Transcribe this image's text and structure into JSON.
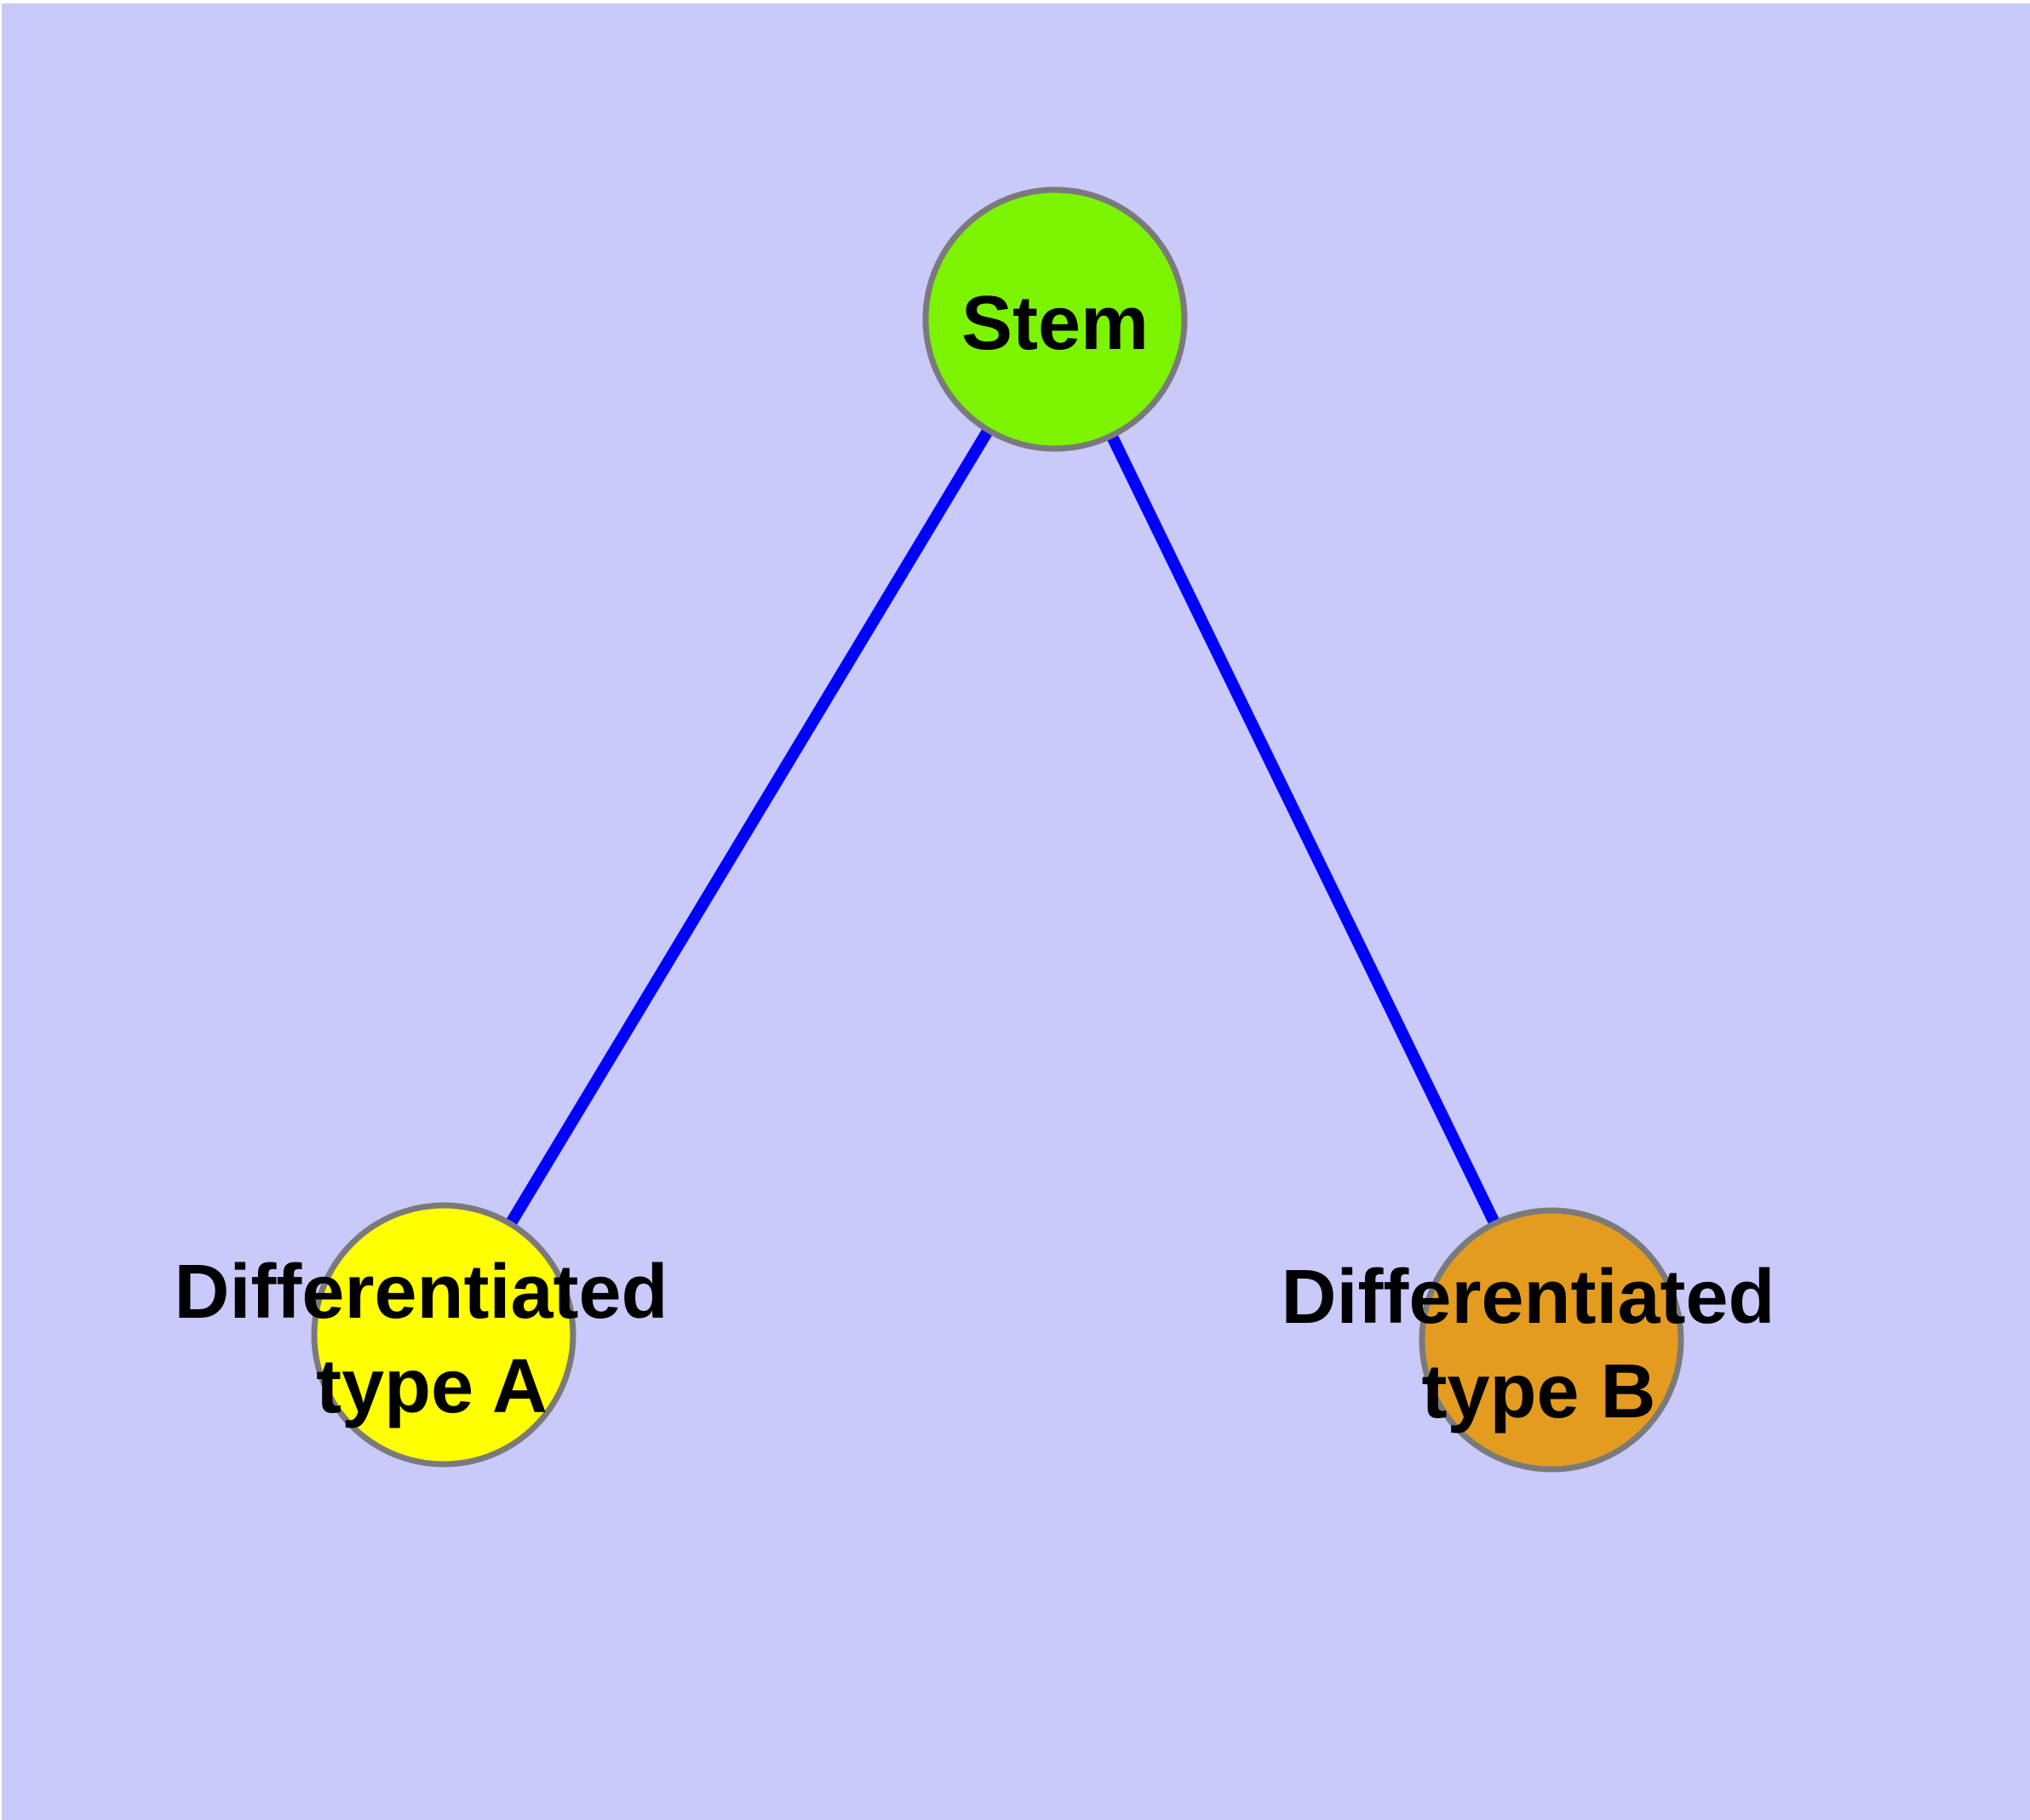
{
  "diagram": {
    "kind": "cell-differentiation-graph",
    "background_color": "#C9C9FA",
    "edge_color": "#0000FF",
    "node_border_color": "#7A7A7A",
    "label_color": "#000000",
    "nodes": {
      "stem": {
        "label": "Stem",
        "fill": "#7CF400"
      },
      "typeA": {
        "label_line1": "Differentiated",
        "label_line2": "type A",
        "fill": "#FFFF00"
      },
      "typeB": {
        "label_line1": "Differentiated",
        "label_line2": "type B",
        "fill": "#E49C20"
      }
    },
    "edges": [
      {
        "from": "Stem",
        "to": "Differentiated type A"
      },
      {
        "from": "Stem",
        "to": "Differentiated type B"
      }
    ]
  }
}
